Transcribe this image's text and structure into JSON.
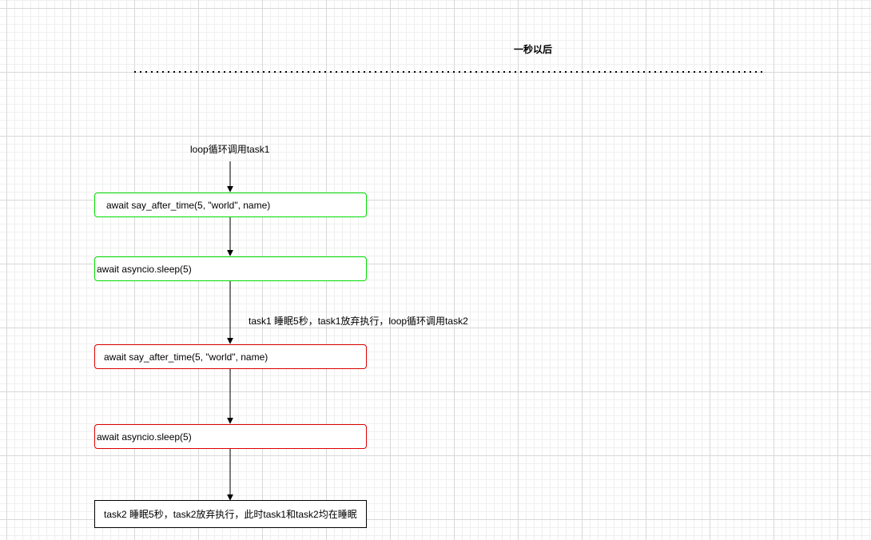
{
  "header": {
    "title": "一秒以后"
  },
  "labels": {
    "loop_call_task1": "loop循环调用task1",
    "task1_sleep_note": "task1 睡眠5秒，task1放弃执行，loop循环调用task2"
  },
  "nodes": {
    "task1_await_say": "await say_after_time(5, \"world\", name)",
    "task1_await_sleep": "await asyncio.sleep(5)",
    "task2_await_say": "await say_after_time(5, \"world\", name)",
    "task2_await_sleep": "await asyncio.sleep(5)",
    "final_state": "task2 睡眠5秒，task2放弃执行，此时task1和task2均在睡眠"
  },
  "colors": {
    "task1_border": "#00dd00",
    "task2_border": "#dd0000",
    "final_border": "#000000",
    "edge": "#000000"
  }
}
